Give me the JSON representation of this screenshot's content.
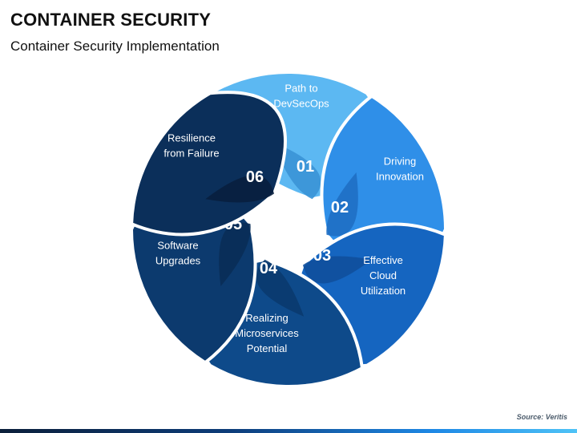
{
  "header": {
    "title": "CONTAINER SECURITY",
    "subtitle": "Container Security Implementation"
  },
  "segments": [
    {
      "number": "01",
      "line1": "Path to",
      "line2": "DevSecOps",
      "line3": "",
      "color": "#5cb8f2",
      "dark": "#3a94d6"
    },
    {
      "number": "02",
      "line1": "Driving",
      "line2": "Innovation",
      "line3": "",
      "color": "#2f8fe8",
      "dark": "#1f6fc4"
    },
    {
      "number": "03",
      "line1": "Effective",
      "line2": "Cloud",
      "line3": "Utilization",
      "color": "#1565c0",
      "dark": "#0f4f9c"
    },
    {
      "number": "04",
      "line1": "Realizing",
      "line2": "Microservices",
      "line3": "Potential",
      "color": "#0e4a8a",
      "dark": "#0a3a6e"
    },
    {
      "number": "05",
      "line1": "Software",
      "line2": "Upgrades",
      "line3": "",
      "color": "#0c3a6e",
      "dark": "#092d57"
    },
    {
      "number": "06",
      "line1": "Resilience",
      "line2": "from Failure",
      "line3": "",
      "color": "#0b2f5a",
      "dark": "#081f3e"
    }
  ],
  "footer": {
    "source": "Source: Veritis"
  }
}
